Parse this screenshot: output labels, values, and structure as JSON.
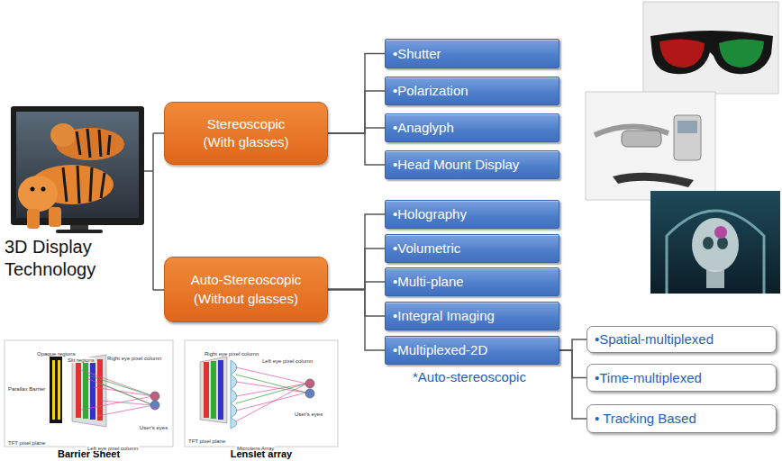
{
  "diagram": {
    "nodes": [
      {
        "text": [
          "Stereoscopic (With glasses)"
        ]
      },
      {
        "text": [
          "•Shutter"
        ]
      },
      {
        "text": [
          "•Polarization"
        ]
      },
      {
        "text": [
          "•Anaglyph"
        ]
      },
      {
        "text": [
          "•Head Mount Display"
        ]
      },
      {
        "text": [
          "Auto-Stereoscopic (Without glasses)"
        ]
      },
      {
        "text": [
          "•Holography"
        ]
      },
      {
        "text": [
          "•Volumetric"
        ]
      },
      {
        "text": [
          "•Multi-plane"
        ]
      },
      {
        "text": [
          "•Integral Imaging"
        ]
      },
      {
        "text": [
          "•Multiplexed-2D"
        ]
      },
      {
        "text": [
          "•Spatial-multiplexed"
        ]
      },
      {
        "text": [
          "•Time-multiplexed"
        ]
      },
      {
        "text": [
          "• Tracking Based"
        ]
      }
    ],
    "edges": [
      {
        "from": 0,
        "to": 1,
        "arrow": "none"
      },
      {
        "from": 0,
        "to": 2,
        "arrow": "none"
      },
      {
        "from": 0,
        "to": 3,
        "arrow": "none"
      },
      {
        "from": 0,
        "to": 4,
        "arrow": "none"
      },
      {
        "from": 5,
        "to": 6,
        "arrow": "none"
      },
      {
        "from": 5,
        "to": 7,
        "arrow": "none"
      },
      {
        "from": 5,
        "to": 8,
        "arrow": "none"
      },
      {
        "from": 5,
        "to": 9,
        "arrow": "none"
      },
      {
        "from": 5,
        "to": 10,
        "arrow": "none"
      },
      {
        "from": 10,
        "to": 11,
        "arrow": "none"
      },
      {
        "from": 10,
        "to": 12,
        "arrow": "none"
      },
      {
        "from": 10,
        "to": 13,
        "arrow": "none"
      }
    ],
    "labels": [
      "3D Display Technology",
      "*Auto-stereoscopic",
      "Barrier Sheet",
      "Lenslet array",
      "Opaque regions",
      "Slit regions",
      "Parallax Barrier",
      "TFT pixel plane",
      "Left eye pixel column",
      "Right eye pixel column",
      "User's eyes",
      "Right eye pixel column",
      "Left eye pixel column",
      "TFT pixel plane",
      "Microlens Array",
      "User's eyes"
    ]
  }
}
